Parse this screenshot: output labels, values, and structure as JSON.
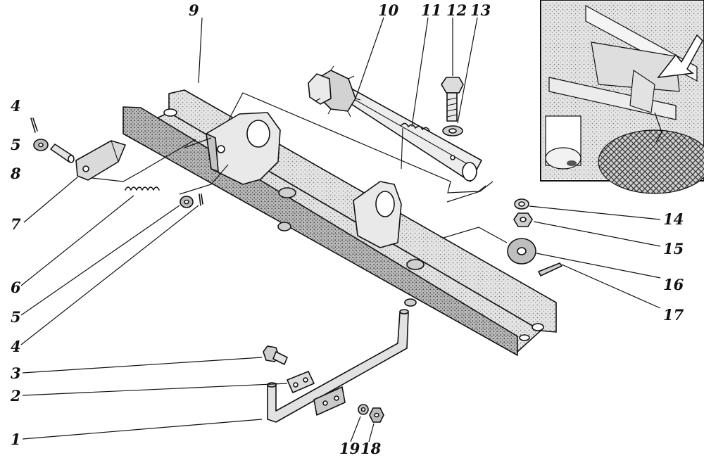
{
  "labels": {
    "l1": "1",
    "l2": "2",
    "l3": "3",
    "l4a": "4",
    "l4b": "4",
    "l5a": "5",
    "l5b": "5",
    "l6": "6",
    "l7": "7",
    "l8": "8",
    "l9": "9",
    "l10": "10",
    "l11": "11",
    "l12": "12",
    "l13": "13",
    "l14": "14",
    "l15": "15",
    "l16": "16",
    "l17": "17",
    "l18": "18",
    "l19": "19"
  },
  "colors": {
    "ink": "#111111",
    "shade": "#d6d6d6",
    "darkshade": "#9a9a9a",
    "paper": "#ffffff"
  }
}
